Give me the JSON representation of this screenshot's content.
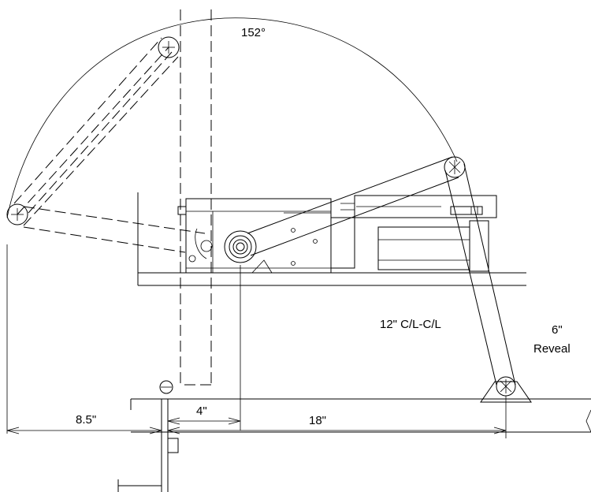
{
  "diagram": {
    "angle_label": "152°",
    "center_distance_label": "12\" C/L-C/L",
    "reveal_value": "6\"",
    "reveal_word": "Reveal",
    "dimensions": {
      "left": "8.5\"",
      "offset": "4\"",
      "arm_length": "18\""
    }
  },
  "colors": {
    "line": "#000000",
    "background": "#ffffff"
  }
}
